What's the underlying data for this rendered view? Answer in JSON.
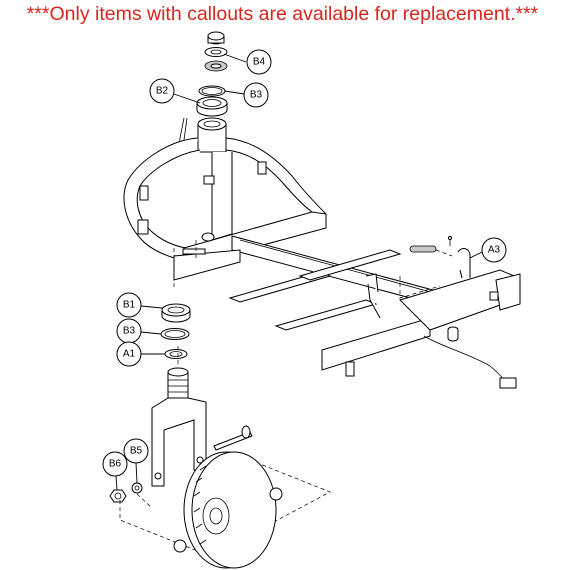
{
  "notice": "***Only items with callouts are available for replacement.***",
  "colors": {
    "notice": "#d7261e",
    "line": "#000000",
    "background": "#ffffff"
  },
  "callouts": [
    {
      "id": "b4",
      "label": "B4"
    },
    {
      "id": "b2",
      "label": "B2"
    },
    {
      "id": "b3-top",
      "label": "B3"
    },
    {
      "id": "a3",
      "label": "A3"
    },
    {
      "id": "b1",
      "label": "B1"
    },
    {
      "id": "b3-bottom",
      "label": "B3"
    },
    {
      "id": "a1",
      "label": "A1"
    },
    {
      "id": "b6",
      "label": "B6"
    },
    {
      "id": "b5",
      "label": "B5"
    }
  ]
}
